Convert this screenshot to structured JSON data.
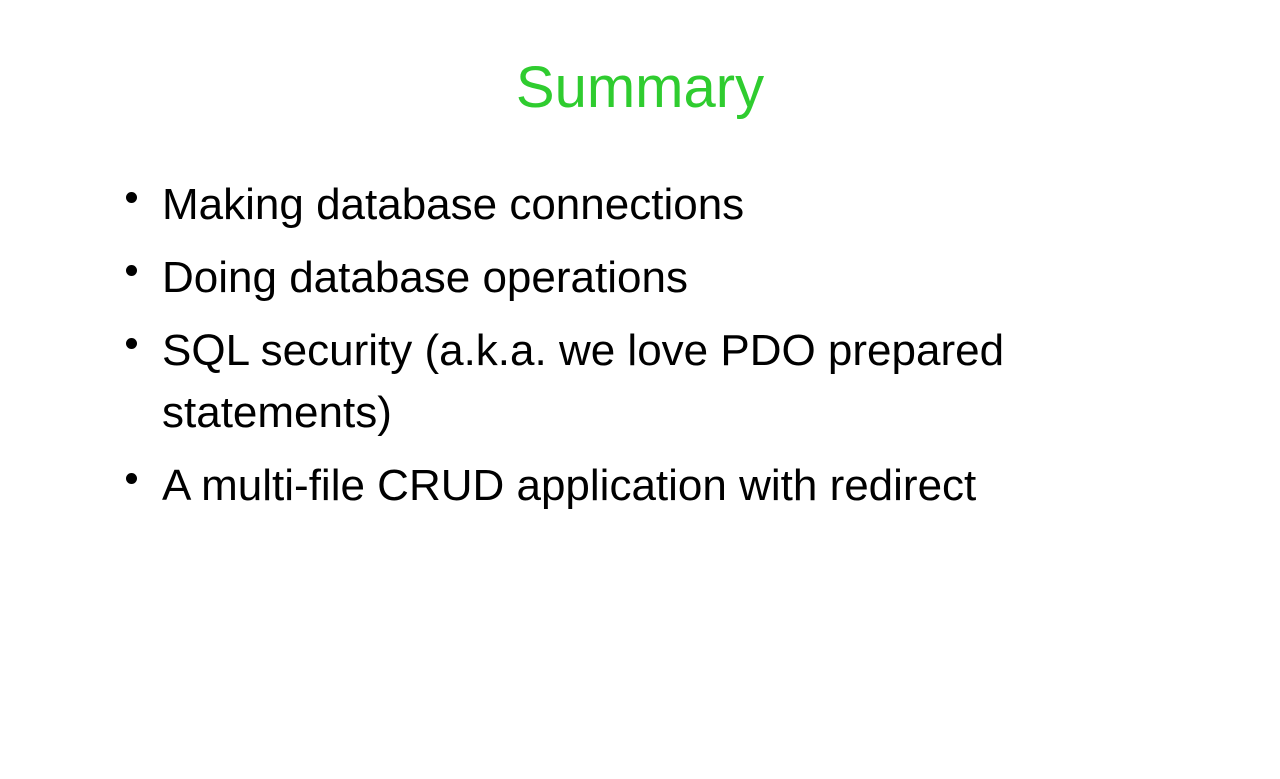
{
  "slide": {
    "title": "Summary",
    "colors": {
      "background": "#ffffff",
      "title": "#2fcc2f",
      "text": "#000000"
    },
    "bullet_glyph": "•",
    "bullets": [
      {
        "lines": [
          "Making database connections"
        ]
      },
      {
        "lines": [
          "Doing database operations"
        ]
      },
      {
        "lines": [
          "SQL security (a.k.a. we love PDO prepared",
          "statements)"
        ]
      },
      {
        "lines": [
          "A multi-file CRUD application with redirect"
        ]
      }
    ]
  }
}
